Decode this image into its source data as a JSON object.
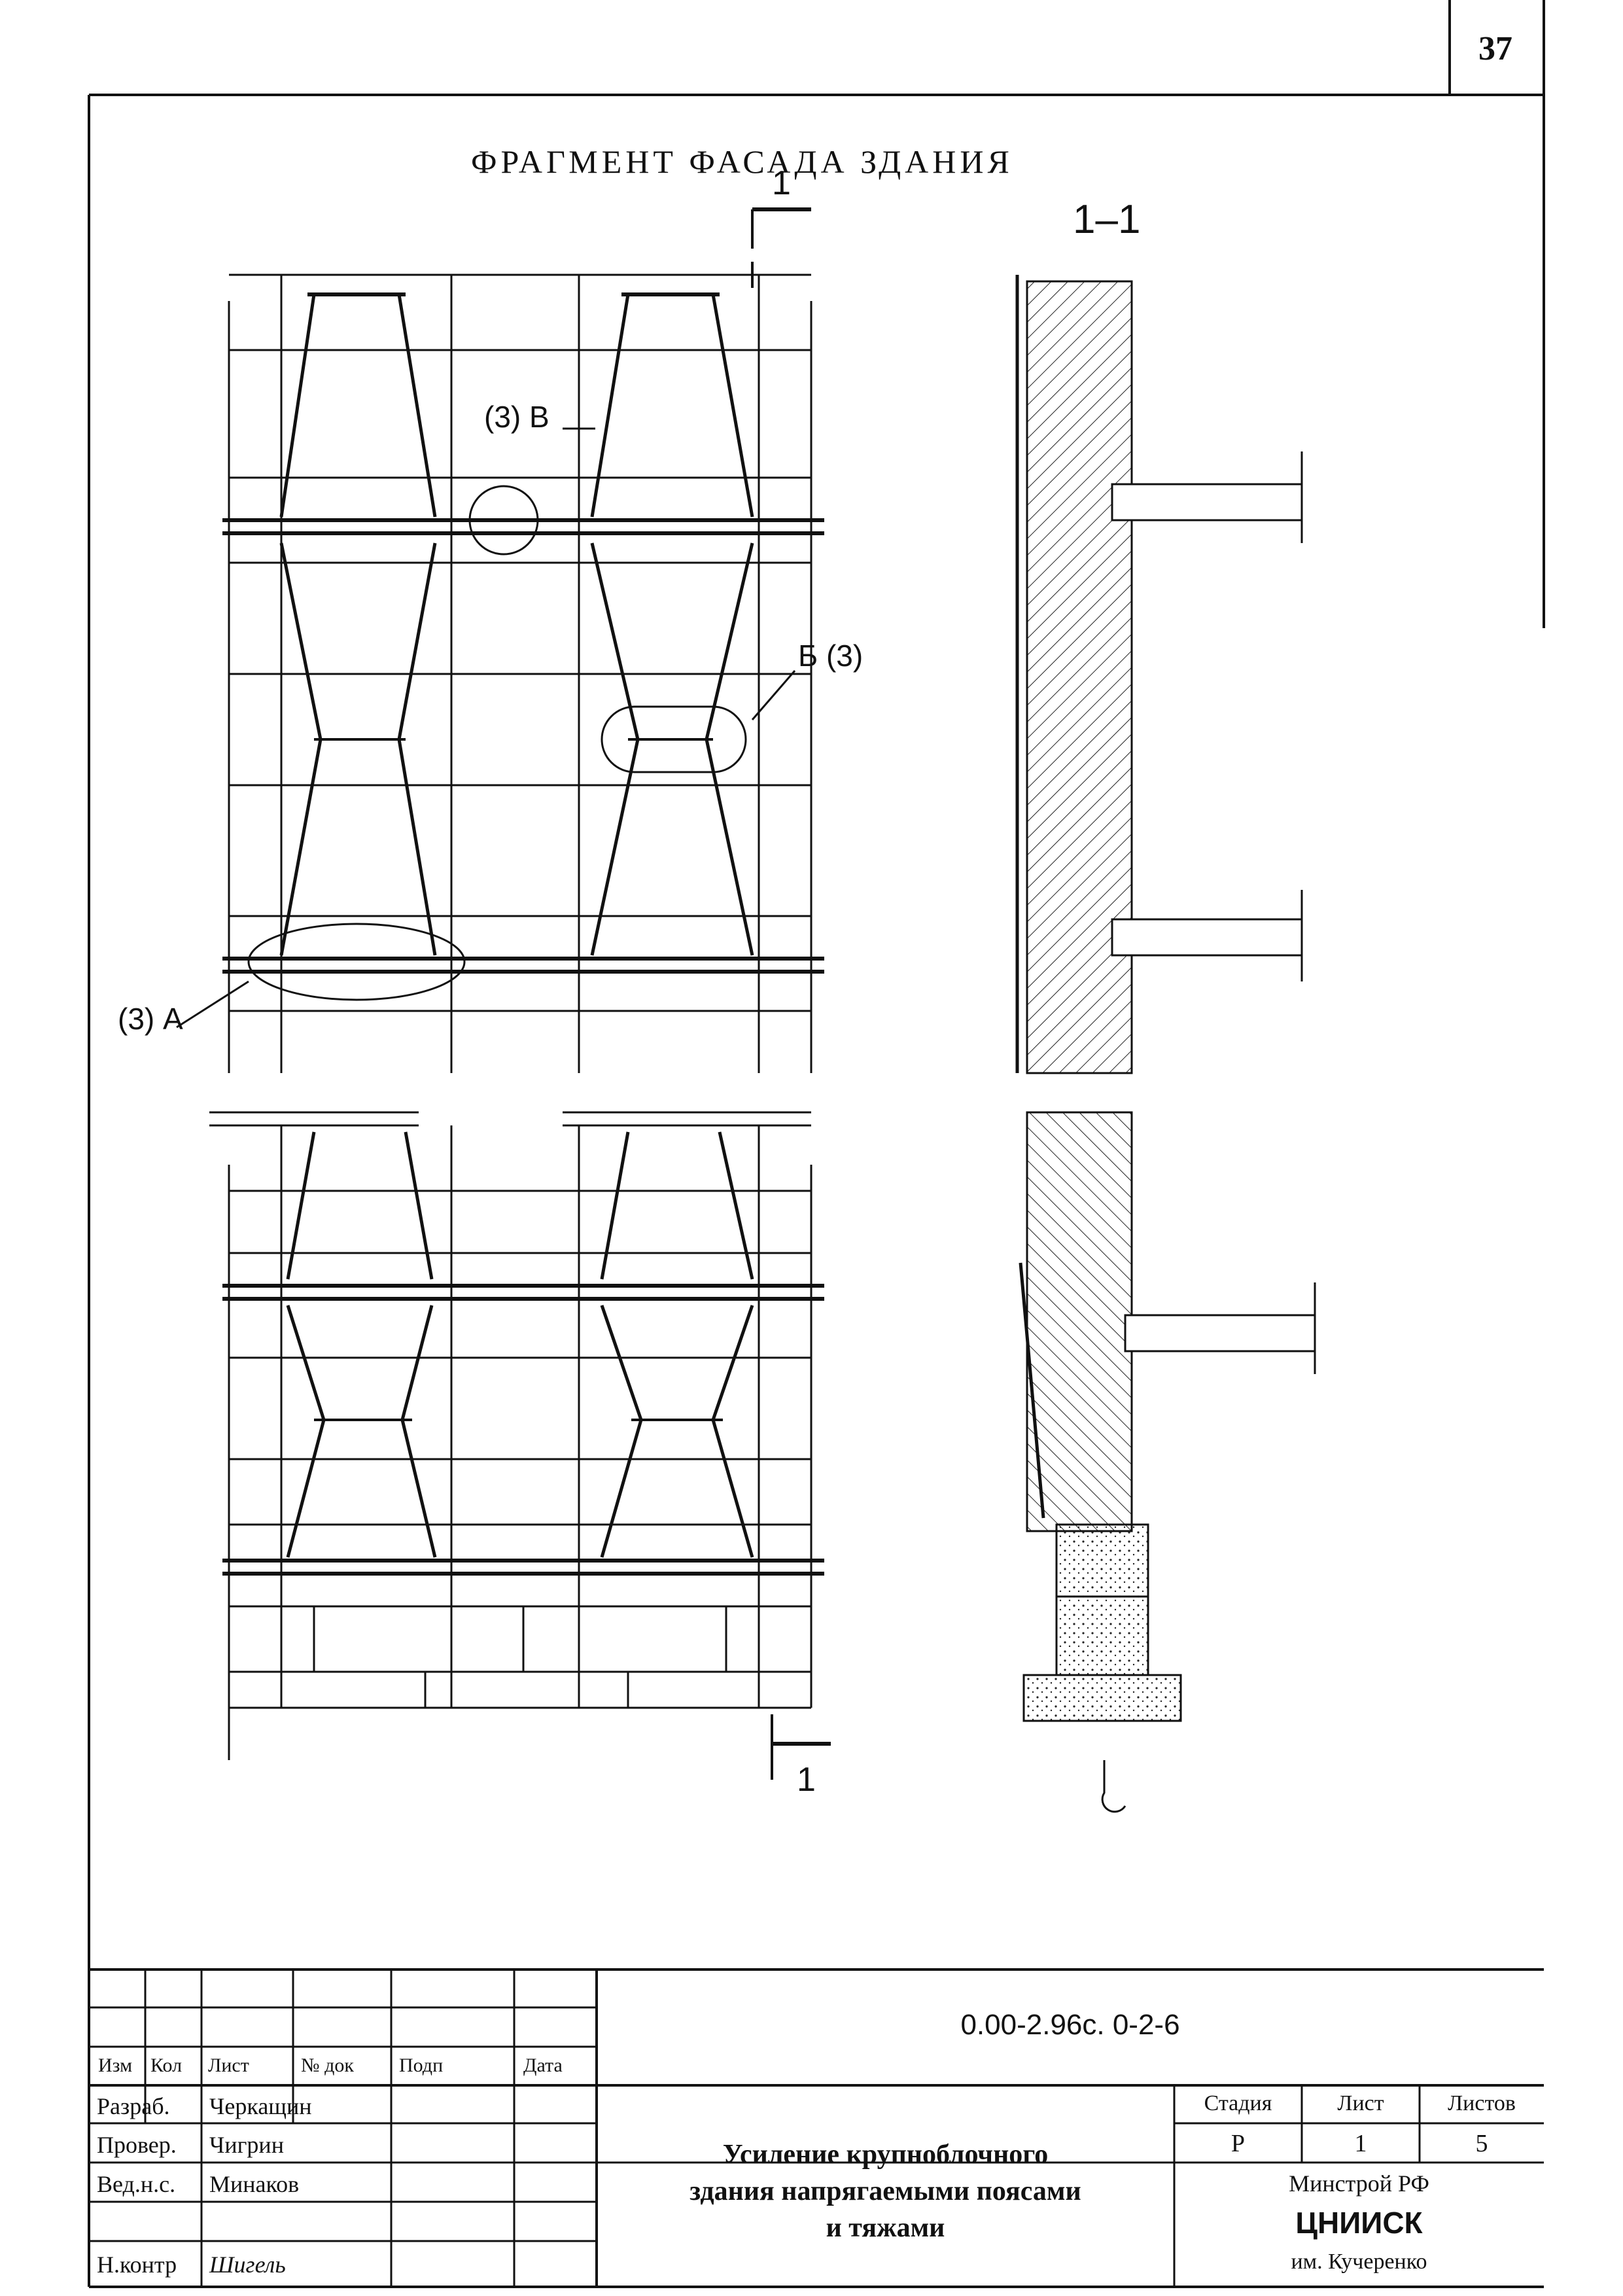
{
  "page": {
    "number": "37"
  },
  "drawing": {
    "title": "ФРАГМЕНТ ФАСАДА ЗДАНИЯ",
    "section_label": "1–1",
    "cut_mark_top": "1",
    "cut_mark_bottom": "1",
    "callouts": {
      "a": "(3) А",
      "b": "Б (3)",
      "v": "(3) В"
    }
  },
  "title_block": {
    "designation": "0.00-2.96с. 0-2-6",
    "headers": {
      "izm": "Изм",
      "kol": "Кол",
      "list": "Лист",
      "ndok": "№ док",
      "podp": "Подп",
      "data": "Дата"
    },
    "rows": [
      {
        "role": "Разраб.",
        "name": "Черкащин"
      },
      {
        "role": "Провер.",
        "name": "Чигрин"
      },
      {
        "role": "Вед.н.с.",
        "name": "Минаков"
      },
      {
        "role": "",
        "name": ""
      },
      {
        "role": "Н.контр",
        "name": "Шигель"
      }
    ],
    "work_title": [
      "Усиление крупноблочного",
      "здания напрягаемыми поясами",
      "и тяжами"
    ],
    "stage_header": "Стадия",
    "sheet_header": "Лист",
    "sheets_header": "Листов",
    "stage": "Р",
    "sheet": "1",
    "sheets": "5",
    "org_line1": "Минстрой РФ",
    "org_line2": "ЦНИИСК",
    "org_line3": "им. Кучеренко"
  }
}
